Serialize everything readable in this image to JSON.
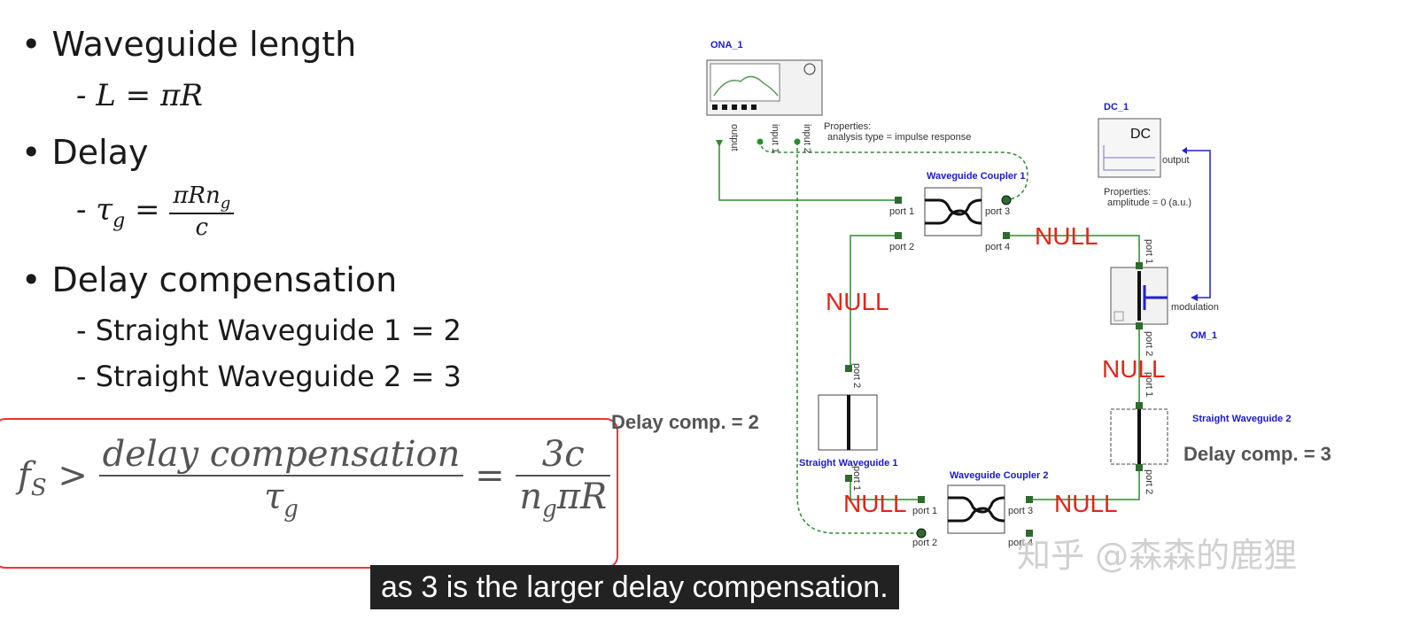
{
  "bullets": [
    {
      "title": "Waveguide length",
      "sub": "- L = πR"
    },
    {
      "title": "Delay",
      "sub_prefix": "- τ",
      "sub_index": "g",
      "sub_eq": " = ",
      "sub_num": "πRn",
      "sub_num_index": "g",
      "sub_den": "c"
    },
    {
      "title": "Delay compensation",
      "items": [
        "- Straight Waveguide 1 = 2",
        "- Straight Waveguide 2 = 3"
      ]
    }
  ],
  "formula": {
    "lhs": "f",
    "lhs_index": "S",
    "gt": " > ",
    "num1": "delay compensation",
    "den1": "τ",
    "den1_index": "g",
    "eq": " = ",
    "num2": "3c",
    "den2_a": "n",
    "den2_index": "g",
    "den2_b": "πR"
  },
  "caption": "as 3 is the larger delay compensation.",
  "watermark": "知乎 @森森的鹿狸",
  "diagram": {
    "ona": {
      "name": "ONA_1",
      "ports": [
        "output",
        "input 1",
        "input 2"
      ],
      "props_title": "Properties:",
      "props": "analysis type = impulse response"
    },
    "dc": {
      "name": "DC_1",
      "label": "DC",
      "port": "output",
      "props_title": "Properties:",
      "props": "amplitude = 0 (a.u.)"
    },
    "coupler1": {
      "name": "Waveguide Coupler 1",
      "ports": [
        "port 1",
        "port 2",
        "port 3",
        "port 4"
      ]
    },
    "coupler2": {
      "name": "Waveguide Coupler 2",
      "ports": [
        "port 1",
        "port 2",
        "port 3",
        "port 4"
      ]
    },
    "om": {
      "name": "OM_1",
      "ports": [
        "port 1",
        "port 2",
        "modulation"
      ]
    },
    "sw1": {
      "name": "Straight Waveguide 1",
      "ports": [
        "port 2",
        "port 1"
      ],
      "delay": "Delay comp.  = 2"
    },
    "sw2": {
      "name": "Straight Waveguide 2",
      "ports": [
        "port 1",
        "port 2"
      ],
      "delay": "Delay comp.  = 3"
    },
    "null_label": "NULL"
  },
  "colors": {
    "accent_red": "#e0261b",
    "wire_green": "#2e8b2e",
    "label_blue": "#1a1acc",
    "caption_bg": "#222222"
  }
}
